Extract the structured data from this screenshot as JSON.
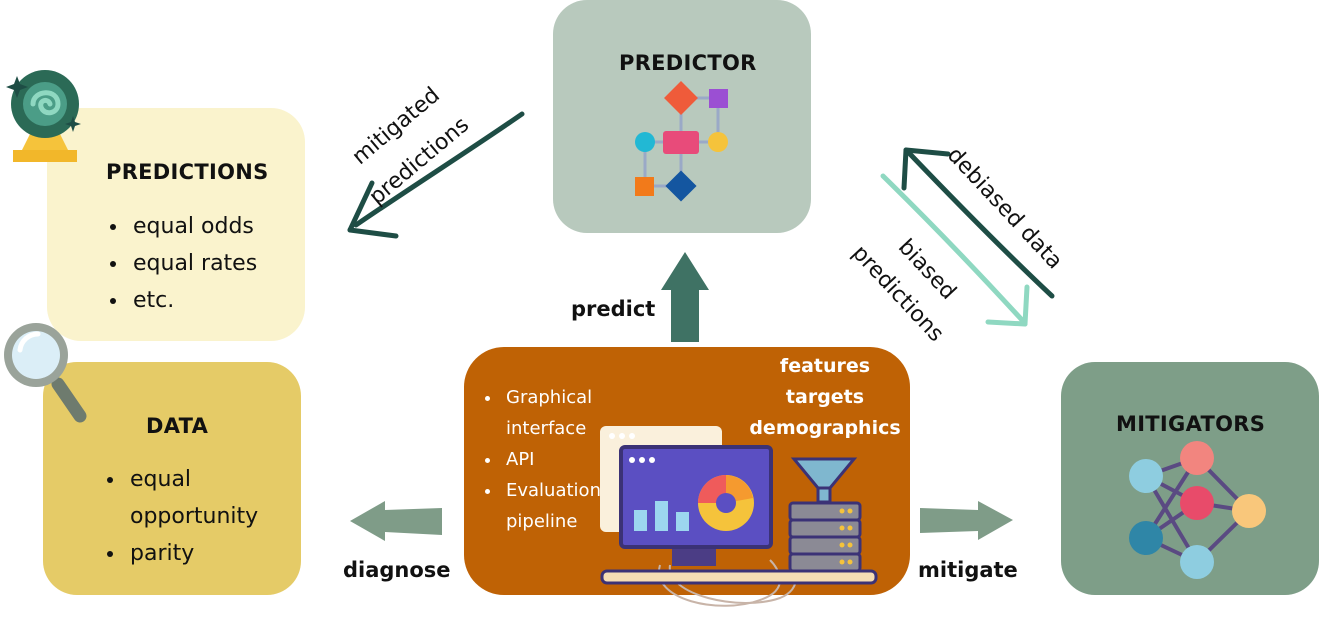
{
  "predictor": {
    "title": "PREDICTOR"
  },
  "predictions": {
    "title": "PREDICTIONS",
    "items": [
      "equal odds",
      "equal rates",
      "etc."
    ]
  },
  "data_box": {
    "title": "DATA",
    "items": [
      "equal",
      "opportunity",
      "parity"
    ]
  },
  "mitigators": {
    "title": "MITIGATORS"
  },
  "center": {
    "items": [
      "Graphical",
      "interface",
      "API",
      "Evaluation",
      "pipeline"
    ],
    "tags": [
      "features",
      "targets",
      "demographics"
    ]
  },
  "labels": {
    "predict": "predict",
    "diagnose": "diagnose",
    "mitigate": "mitigate",
    "mitigated": "mitigated",
    "mitigated_predictions": "predictions",
    "debiased": "debiased data",
    "biased": "biased",
    "biased_predictions": "predictions"
  },
  "colors": {
    "predictor_bg": "#b8c9bd",
    "predictions_bg": "#faf3cd",
    "data_bg": "#e5cb67",
    "mitigators_bg": "#7e9e88",
    "center_bg": "#bf6205",
    "dark_arrow": "#1e4d45",
    "light_arrow": "#8fd8c1",
    "predict_arrow": "#3f7264",
    "side_arrow": "#7f9c88"
  }
}
